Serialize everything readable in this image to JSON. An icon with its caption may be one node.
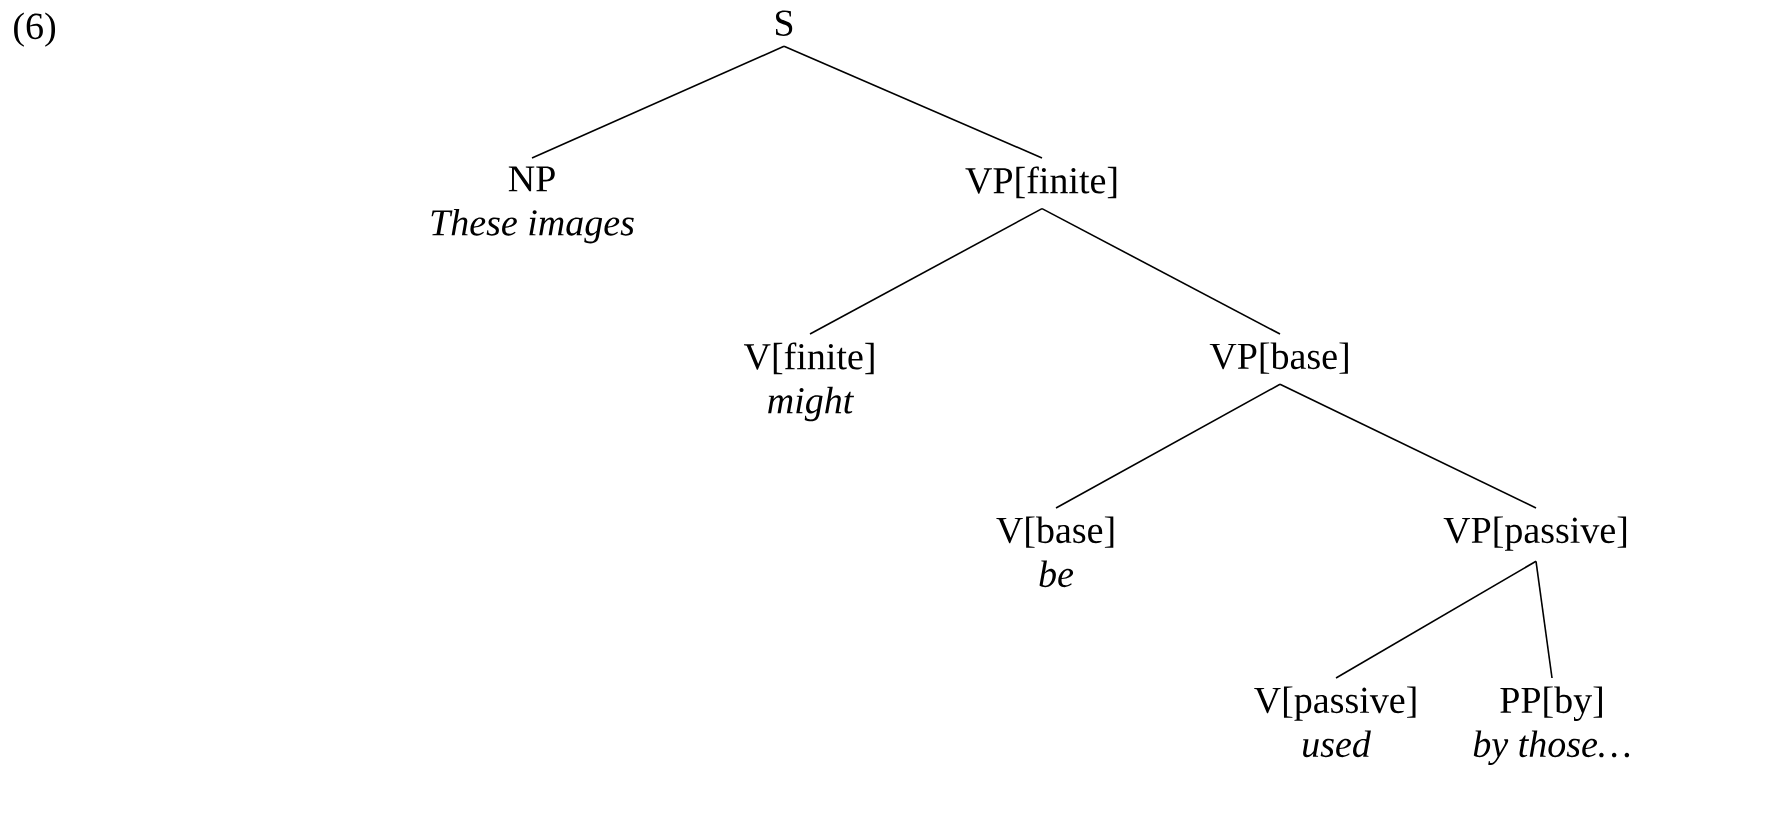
{
  "diagram": {
    "nodes": [
      {
        "text": [
          "S"
        ]
      },
      {
        "text": [
          "NP",
          "These images"
        ]
      },
      {
        "text": [
          "VP[finite]"
        ]
      },
      {
        "text": [
          "V[finite]",
          "might"
        ]
      },
      {
        "text": [
          "VP[base]"
        ]
      },
      {
        "text": [
          "V[base]",
          "be"
        ]
      },
      {
        "text": [
          "VP[passive]"
        ]
      },
      {
        "text": [
          "V[passive]",
          "used"
        ]
      },
      {
        "text": [
          "PP[by]",
          "by those…"
        ]
      }
    ],
    "edges": [
      {
        "from": 0,
        "to": 1,
        "arrow": "none"
      },
      {
        "from": 0,
        "to": 2,
        "arrow": "none"
      },
      {
        "from": 2,
        "to": 3,
        "arrow": "none"
      },
      {
        "from": 2,
        "to": 4,
        "arrow": "none"
      },
      {
        "from": 4,
        "to": 5,
        "arrow": "none"
      },
      {
        "from": 4,
        "to": 6,
        "arrow": "none"
      },
      {
        "from": 6,
        "to": 7,
        "arrow": "none"
      },
      {
        "from": 6,
        "to": 8,
        "arrow": "none"
      }
    ],
    "labels": [
      "(6)"
    ]
  }
}
